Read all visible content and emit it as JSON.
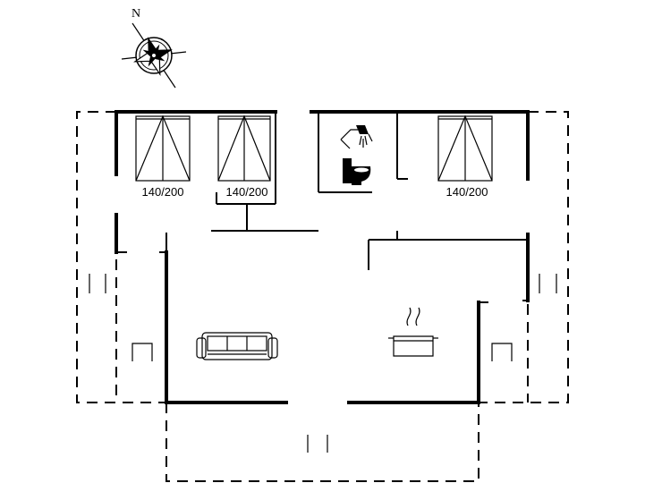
{
  "compass": {
    "label": "N"
  },
  "beds": [
    {
      "label": "140/200"
    },
    {
      "label": "140/200"
    },
    {
      "label": "140/200"
    }
  ]
}
